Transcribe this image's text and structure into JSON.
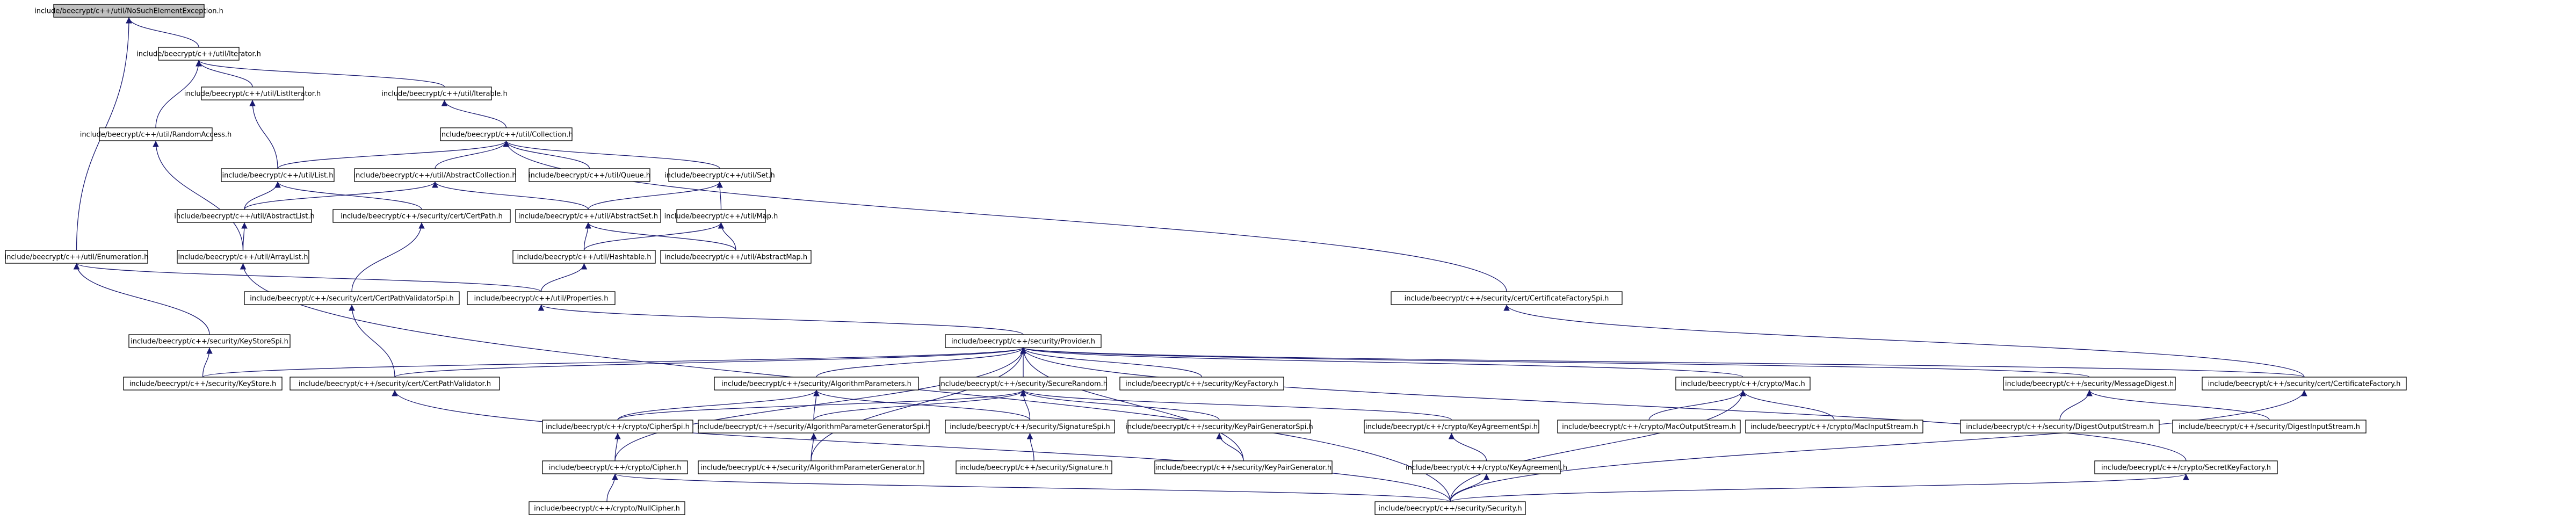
{
  "graph": {
    "colors": {
      "edge": "#191970",
      "node_border": "#000000",
      "root_fill": "#bfbfbf",
      "node_fill": "#ffffff"
    },
    "nodes": [
      {
        "id": "nsee",
        "label": "include/beecrypt/c++/util/NoSuchElementException.h",
        "root": true
      },
      {
        "id": "iter",
        "label": "include/beecrypt/c++/util/Iterator.h"
      },
      {
        "id": "listit",
        "label": "include/beecrypt/c++/util/ListIterator.h"
      },
      {
        "id": "iterable",
        "label": "include/beecrypt/c++/util/Iterable.h"
      },
      {
        "id": "ra",
        "label": "include/beecrypt/c++/util/RandomAccess.h"
      },
      {
        "id": "coll",
        "label": "include/beecrypt/c++/util/Collection.h"
      },
      {
        "id": "list",
        "label": "include/beecrypt/c++/util/List.h"
      },
      {
        "id": "acoll",
        "label": "include/beecrypt/c++/util/AbstractCollection.h"
      },
      {
        "id": "queue",
        "label": "include/beecrypt/c++/util/Queue.h"
      },
      {
        "id": "set",
        "label": "include/beecrypt/c++/util/Set.h"
      },
      {
        "id": "alist",
        "label": "include/beecrypt/c++/util/AbstractList.h"
      },
      {
        "id": "certpath",
        "label": "include/beecrypt/c++/security/cert/CertPath.h"
      },
      {
        "id": "aset",
        "label": "include/beecrypt/c++/util/AbstractSet.h"
      },
      {
        "id": "map",
        "label": "include/beecrypt/c++/util/Map.h"
      },
      {
        "id": "enum",
        "label": "include/beecrypt/c++/util/Enumeration.h"
      },
      {
        "id": "arrlist",
        "label": "include/beecrypt/c++/util/ArrayList.h"
      },
      {
        "id": "hasht",
        "label": "include/beecrypt/c++/util/Hashtable.h"
      },
      {
        "id": "amap",
        "label": "include/beecrypt/c++/util/AbstractMap.h"
      },
      {
        "id": "cpvspi",
        "label": "include/beecrypt/c++/security/cert/CertPathValidatorSpi.h"
      },
      {
        "id": "props",
        "label": "include/beecrypt/c++/util/Properties.h"
      },
      {
        "id": "cfspi",
        "label": "include/beecrypt/c++/security/cert/CertificateFactorySpi.h"
      },
      {
        "id": "ksspi",
        "label": "include/beecrypt/c++/security/KeyStoreSpi.h"
      },
      {
        "id": "prov",
        "label": "include/beecrypt/c++/security/Provider.h"
      },
      {
        "id": "ks",
        "label": "include/beecrypt/c++/security/KeyStore.h"
      },
      {
        "id": "cpv",
        "label": "include/beecrypt/c++/security/cert/CertPathValidator.h"
      },
      {
        "id": "algp",
        "label": "include/beecrypt/c++/security/AlgorithmParameters.h"
      },
      {
        "id": "srand",
        "label": "include/beecrypt/c++/security/SecureRandom.h"
      },
      {
        "id": "kf",
        "label": "include/beecrypt/c++/security/KeyFactory.h"
      },
      {
        "id": "mac",
        "label": "include/beecrypt/c++/crypto/Mac.h"
      },
      {
        "id": "md",
        "label": "include/beecrypt/c++/security/MessageDigest.h"
      },
      {
        "id": "cf",
        "label": "include/beecrypt/c++/security/cert/CertificateFactory.h"
      },
      {
        "id": "cspi",
        "label": "include/beecrypt/c++/crypto/CipherSpi.h"
      },
      {
        "id": "apgspi",
        "label": "include/beecrypt/c++/security/AlgorithmParameterGeneratorSpi.h"
      },
      {
        "id": "sigspi",
        "label": "include/beecrypt/c++/security/SignatureSpi.h"
      },
      {
        "id": "kpgspi",
        "label": "include/beecrypt/c++/security/KeyPairGeneratorSpi.h"
      },
      {
        "id": "kaspi",
        "label": "include/beecrypt/c++/crypto/KeyAgreementSpi.h"
      },
      {
        "id": "macos",
        "label": "include/beecrypt/c++/crypto/MacOutputStream.h"
      },
      {
        "id": "macis",
        "label": "include/beecrypt/c++/crypto/MacInputStream.h"
      },
      {
        "id": "dos",
        "label": "include/beecrypt/c++/security/DigestOutputStream.h"
      },
      {
        "id": "dis",
        "label": "include/beecrypt/c++/security/DigestInputStream.h"
      },
      {
        "id": "cipher",
        "label": "include/beecrypt/c++/crypto/Cipher.h"
      },
      {
        "id": "apg",
        "label": "include/beecrypt/c++/security/AlgorithmParameterGenerator.h"
      },
      {
        "id": "sig",
        "label": "include/beecrypt/c++/security/Signature.h"
      },
      {
        "id": "kpg",
        "label": "include/beecrypt/c++/security/KeyPairGenerator.h"
      },
      {
        "id": "ka",
        "label": "include/beecrypt/c++/crypto/KeyAgreement.h"
      },
      {
        "id": "skf",
        "label": "include/beecrypt/c++/crypto/SecretKeyFactory.h"
      },
      {
        "id": "nullc",
        "label": "include/beecrypt/c++/crypto/NullCipher.h"
      },
      {
        "id": "sec",
        "label": "include/beecrypt/c++/security/Security.h"
      }
    ],
    "edges": [
      [
        "nsee",
        "iter"
      ],
      [
        "nsee",
        "enum"
      ],
      [
        "iter",
        "listit"
      ],
      [
        "iter",
        "iterable"
      ],
      [
        "iter",
        "ra"
      ],
      [
        "listit",
        "list"
      ],
      [
        "iterable",
        "coll"
      ],
      [
        "ra",
        "arrlist"
      ],
      [
        "coll",
        "list"
      ],
      [
        "coll",
        "acoll"
      ],
      [
        "coll",
        "queue"
      ],
      [
        "coll",
        "set"
      ],
      [
        "coll",
        "cfspi"
      ],
      [
        "list",
        "alist"
      ],
      [
        "list",
        "certpath"
      ],
      [
        "acoll",
        "alist"
      ],
      [
        "acoll",
        "aset"
      ],
      [
        "set",
        "aset"
      ],
      [
        "set",
        "map"
      ],
      [
        "alist",
        "arrlist"
      ],
      [
        "aset",
        "hasht"
      ],
      [
        "aset",
        "amap"
      ],
      [
        "map",
        "hasht"
      ],
      [
        "map",
        "amap"
      ],
      [
        "enum",
        "props"
      ],
      [
        "enum",
        "ksspi"
      ],
      [
        "arrlist",
        "sec"
      ],
      [
        "hasht",
        "props"
      ],
      [
        "certpath",
        "cpvspi"
      ],
      [
        "cpvspi",
        "cpv"
      ],
      [
        "props",
        "prov"
      ],
      [
        "cfspi",
        "cf"
      ],
      [
        "ksspi",
        "ks"
      ],
      [
        "prov",
        "ks"
      ],
      [
        "prov",
        "cpv"
      ],
      [
        "prov",
        "algp"
      ],
      [
        "prov",
        "srand"
      ],
      [
        "prov",
        "kf"
      ],
      [
        "prov",
        "mac"
      ],
      [
        "prov",
        "md"
      ],
      [
        "prov",
        "cf"
      ],
      [
        "prov",
        "cipher"
      ],
      [
        "prov",
        "apg"
      ],
      [
        "prov",
        "kpg"
      ],
      [
        "prov",
        "skf"
      ],
      [
        "algp",
        "cspi"
      ],
      [
        "algp",
        "apgspi"
      ],
      [
        "algp",
        "sigspi"
      ],
      [
        "srand",
        "cspi"
      ],
      [
        "srand",
        "apgspi"
      ],
      [
        "srand",
        "sigspi"
      ],
      [
        "srand",
        "kpgspi"
      ],
      [
        "srand",
        "kaspi"
      ],
      [
        "cspi",
        "cipher"
      ],
      [
        "apgspi",
        "apg"
      ],
      [
        "sigspi",
        "sig"
      ],
      [
        "kpgspi",
        "kpg"
      ],
      [
        "kaspi",
        "ka"
      ],
      [
        "mac",
        "macos"
      ],
      [
        "mac",
        "macis"
      ],
      [
        "mac",
        "sec"
      ],
      [
        "md",
        "dos"
      ],
      [
        "md",
        "dis"
      ],
      [
        "cipher",
        "nullc"
      ],
      [
        "cipher",
        "sec"
      ],
      [
        "ka",
        "sec"
      ],
      [
        "skf",
        "sec"
      ],
      [
        "cf",
        "sec"
      ],
      [
        "cpv",
        "sec"
      ]
    ]
  }
}
